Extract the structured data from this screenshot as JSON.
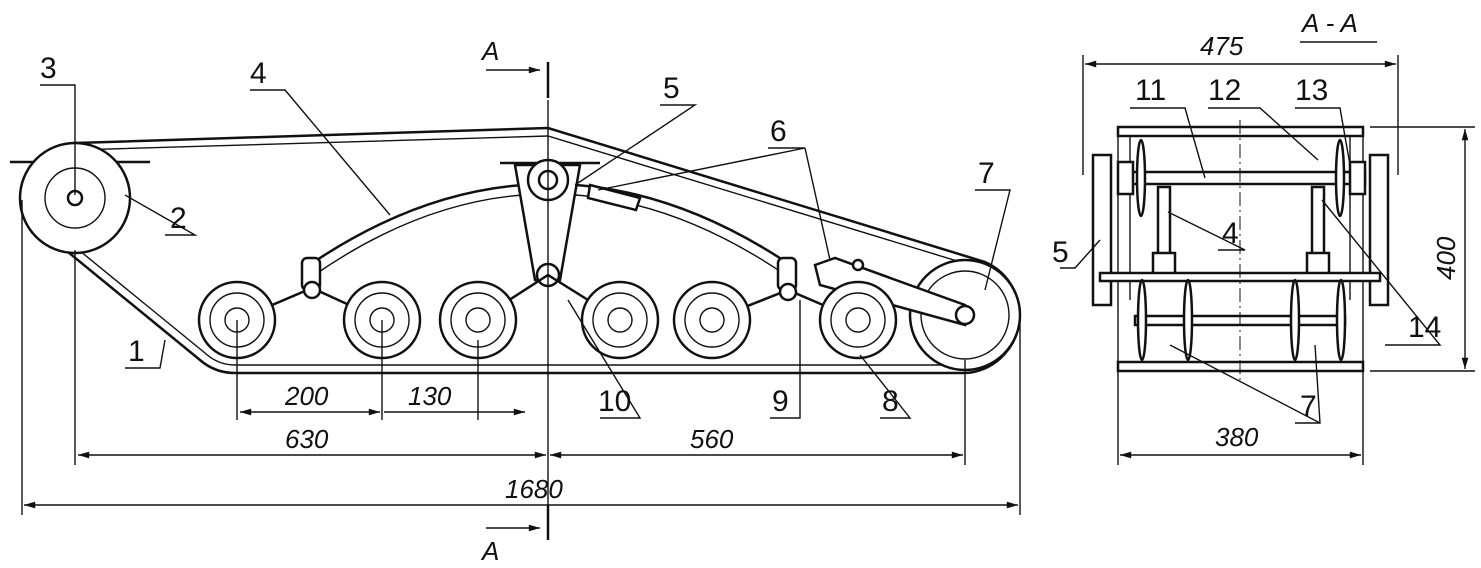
{
  "side_view": {
    "section_mark": "A",
    "parts": {
      "p1": "1",
      "p2": "2",
      "p3": "3",
      "p4": "4",
      "p5": "5",
      "p6": "6",
      "p7": "7",
      "p8": "8",
      "p9": "9",
      "p10": "10"
    },
    "dimensions": {
      "d200": "200",
      "d130": "130",
      "d630": "630",
      "d560": "560",
      "d1680": "1680"
    }
  },
  "section_view": {
    "title": "A - A",
    "parts": {
      "p4": "4",
      "p5": "5",
      "p7": "7",
      "p11": "11",
      "p12": "12",
      "p13": "13",
      "p14": "14"
    },
    "dimensions": {
      "d475": "475",
      "d400": "400",
      "d380": "380"
    }
  }
}
